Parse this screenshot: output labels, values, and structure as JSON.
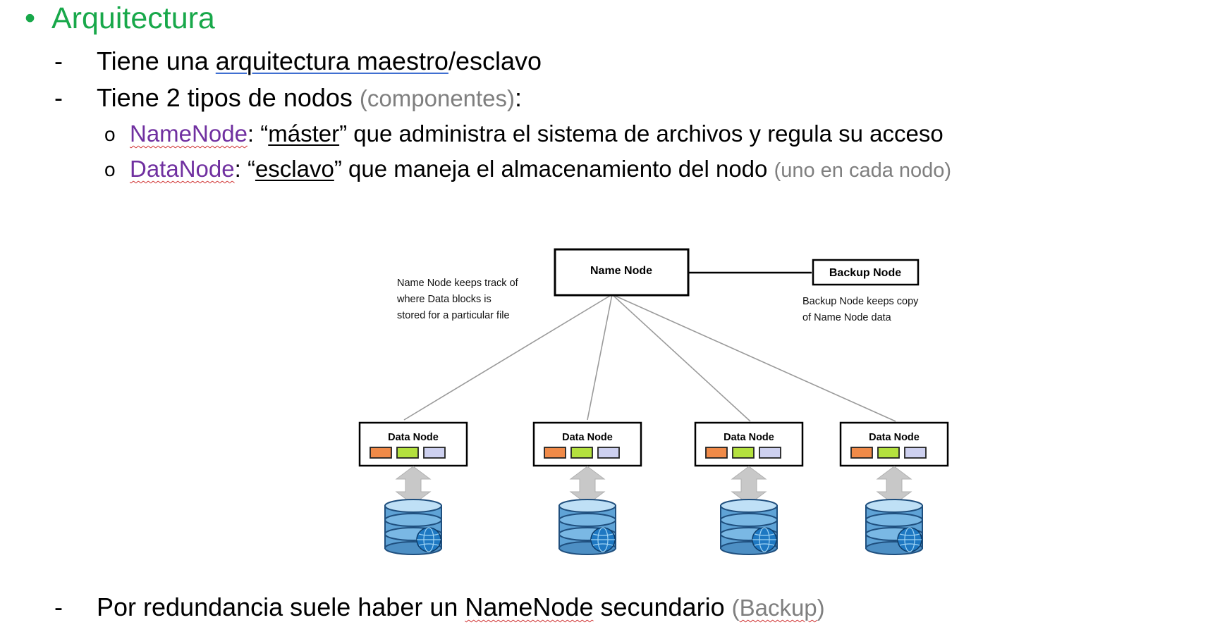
{
  "title": {
    "bullet": "•",
    "text": "Arquitectura"
  },
  "bullets": {
    "dash": "-",
    "b1": {
      "prefix": "Tiene una ",
      "link": "arquitectura maestro",
      "suffix": "/esclavo"
    },
    "b2": {
      "prefix": "Tiene 2 tipos de nodos ",
      "grey": "(componentes)",
      "suffix": ":"
    },
    "s1": {
      "marker": "o",
      "term": "NameNode",
      "colon": ": “",
      "quoted": "máster",
      "rest": "” que administra el sistema de archivos y regula su acceso"
    },
    "s2": {
      "marker": "o",
      "term": "DataNode",
      "colon": ": “",
      "quoted": "esclavo",
      "rest": "” que maneja el almacenamiento del nodo ",
      "grey": "(uno en cada nodo)"
    },
    "b3": {
      "prefix": "Por redundancia suele haber un ",
      "term": "NameNode",
      "middle": " secundario ",
      "grey_open": "(",
      "grey_term": "Backup",
      "grey_close": ")"
    }
  },
  "diagram": {
    "name_node": "Name Node",
    "backup_node": "Backup Node",
    "name_note": [
      "Name Node keeps track of",
      "where Data blocks is",
      "stored for a particular file"
    ],
    "backup_note": [
      "Backup Node keeps copy",
      "of Name Node data"
    ],
    "data_nodes": [
      "Data Node",
      "Data Node",
      "Data Node",
      "Data Node"
    ],
    "block_colors": [
      "#f08a48",
      "#b4e13e",
      "#cdd0ef"
    ]
  }
}
